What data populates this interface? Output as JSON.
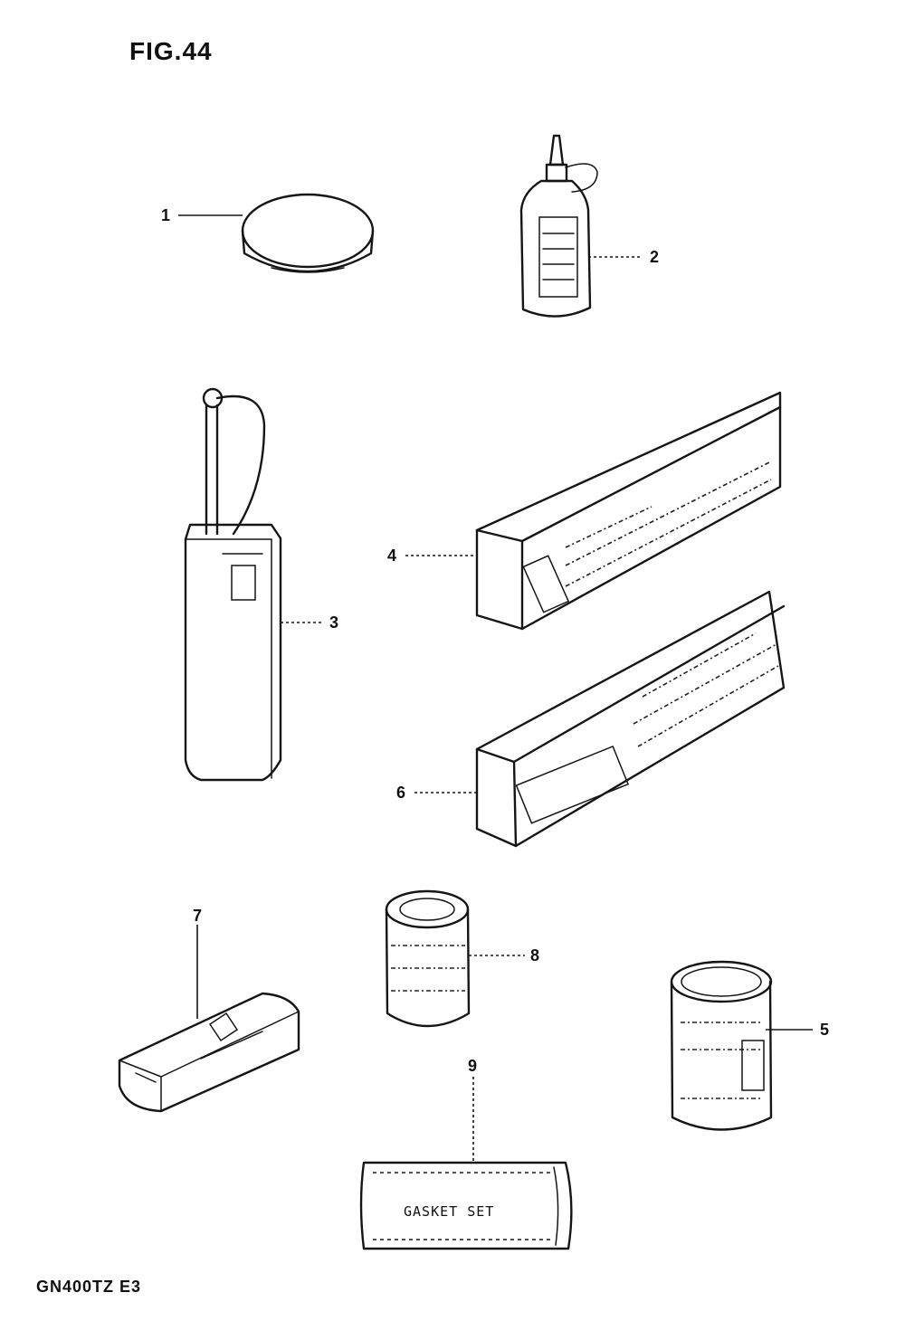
{
  "figure": {
    "title": "FIG.44",
    "model_code": "GN400TZ  E3"
  },
  "parts": [
    {
      "ref": "1",
      "depiction": "grease-tin-icon"
    },
    {
      "ref": "2",
      "depiction": "oil-bottle-icon"
    },
    {
      "ref": "3",
      "depiction": "oil-can-icon"
    },
    {
      "ref": "4",
      "depiction": "bond-box-icon"
    },
    {
      "ref": "5",
      "depiction": "paint-can-icon"
    },
    {
      "ref": "6",
      "depiction": "gasket-box-icon"
    },
    {
      "ref": "7",
      "depiction": "touch-up-case-icon"
    },
    {
      "ref": "8",
      "depiction": "small-can-icon"
    },
    {
      "ref": "9",
      "depiction": "gasket-set-packet-icon"
    }
  ],
  "gasket_set_label": "GASKET SET",
  "colors": {
    "ink": "#151515",
    "paper": "#ffffff"
  }
}
